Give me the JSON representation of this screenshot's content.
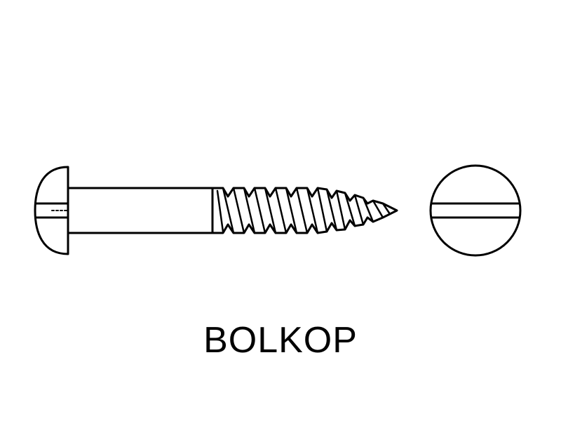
{
  "drawing": {
    "caption": "BOLKOP",
    "views": [
      "side-view",
      "top-view"
    ],
    "line_color": "#000000",
    "background_color": "#ffffff",
    "head_type": "round-head",
    "drive_type": "slotted"
  }
}
